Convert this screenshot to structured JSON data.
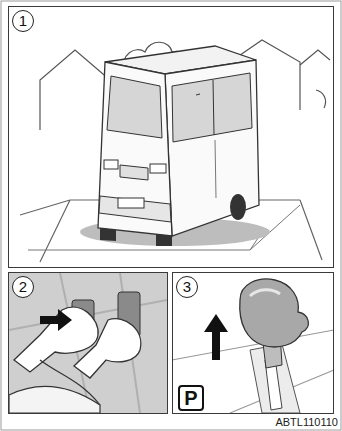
{
  "diagram": {
    "nodes": [
      {
        "text": [
          "1"
        ]
      },
      {
        "text": [
          "2"
        ]
      },
      {
        "text": [
          "3"
        ]
      },
      {
        "text": [
          "P"
        ],
        "in": 2
      }
    ],
    "labels": [
      "ABTL110110"
    ]
  }
}
